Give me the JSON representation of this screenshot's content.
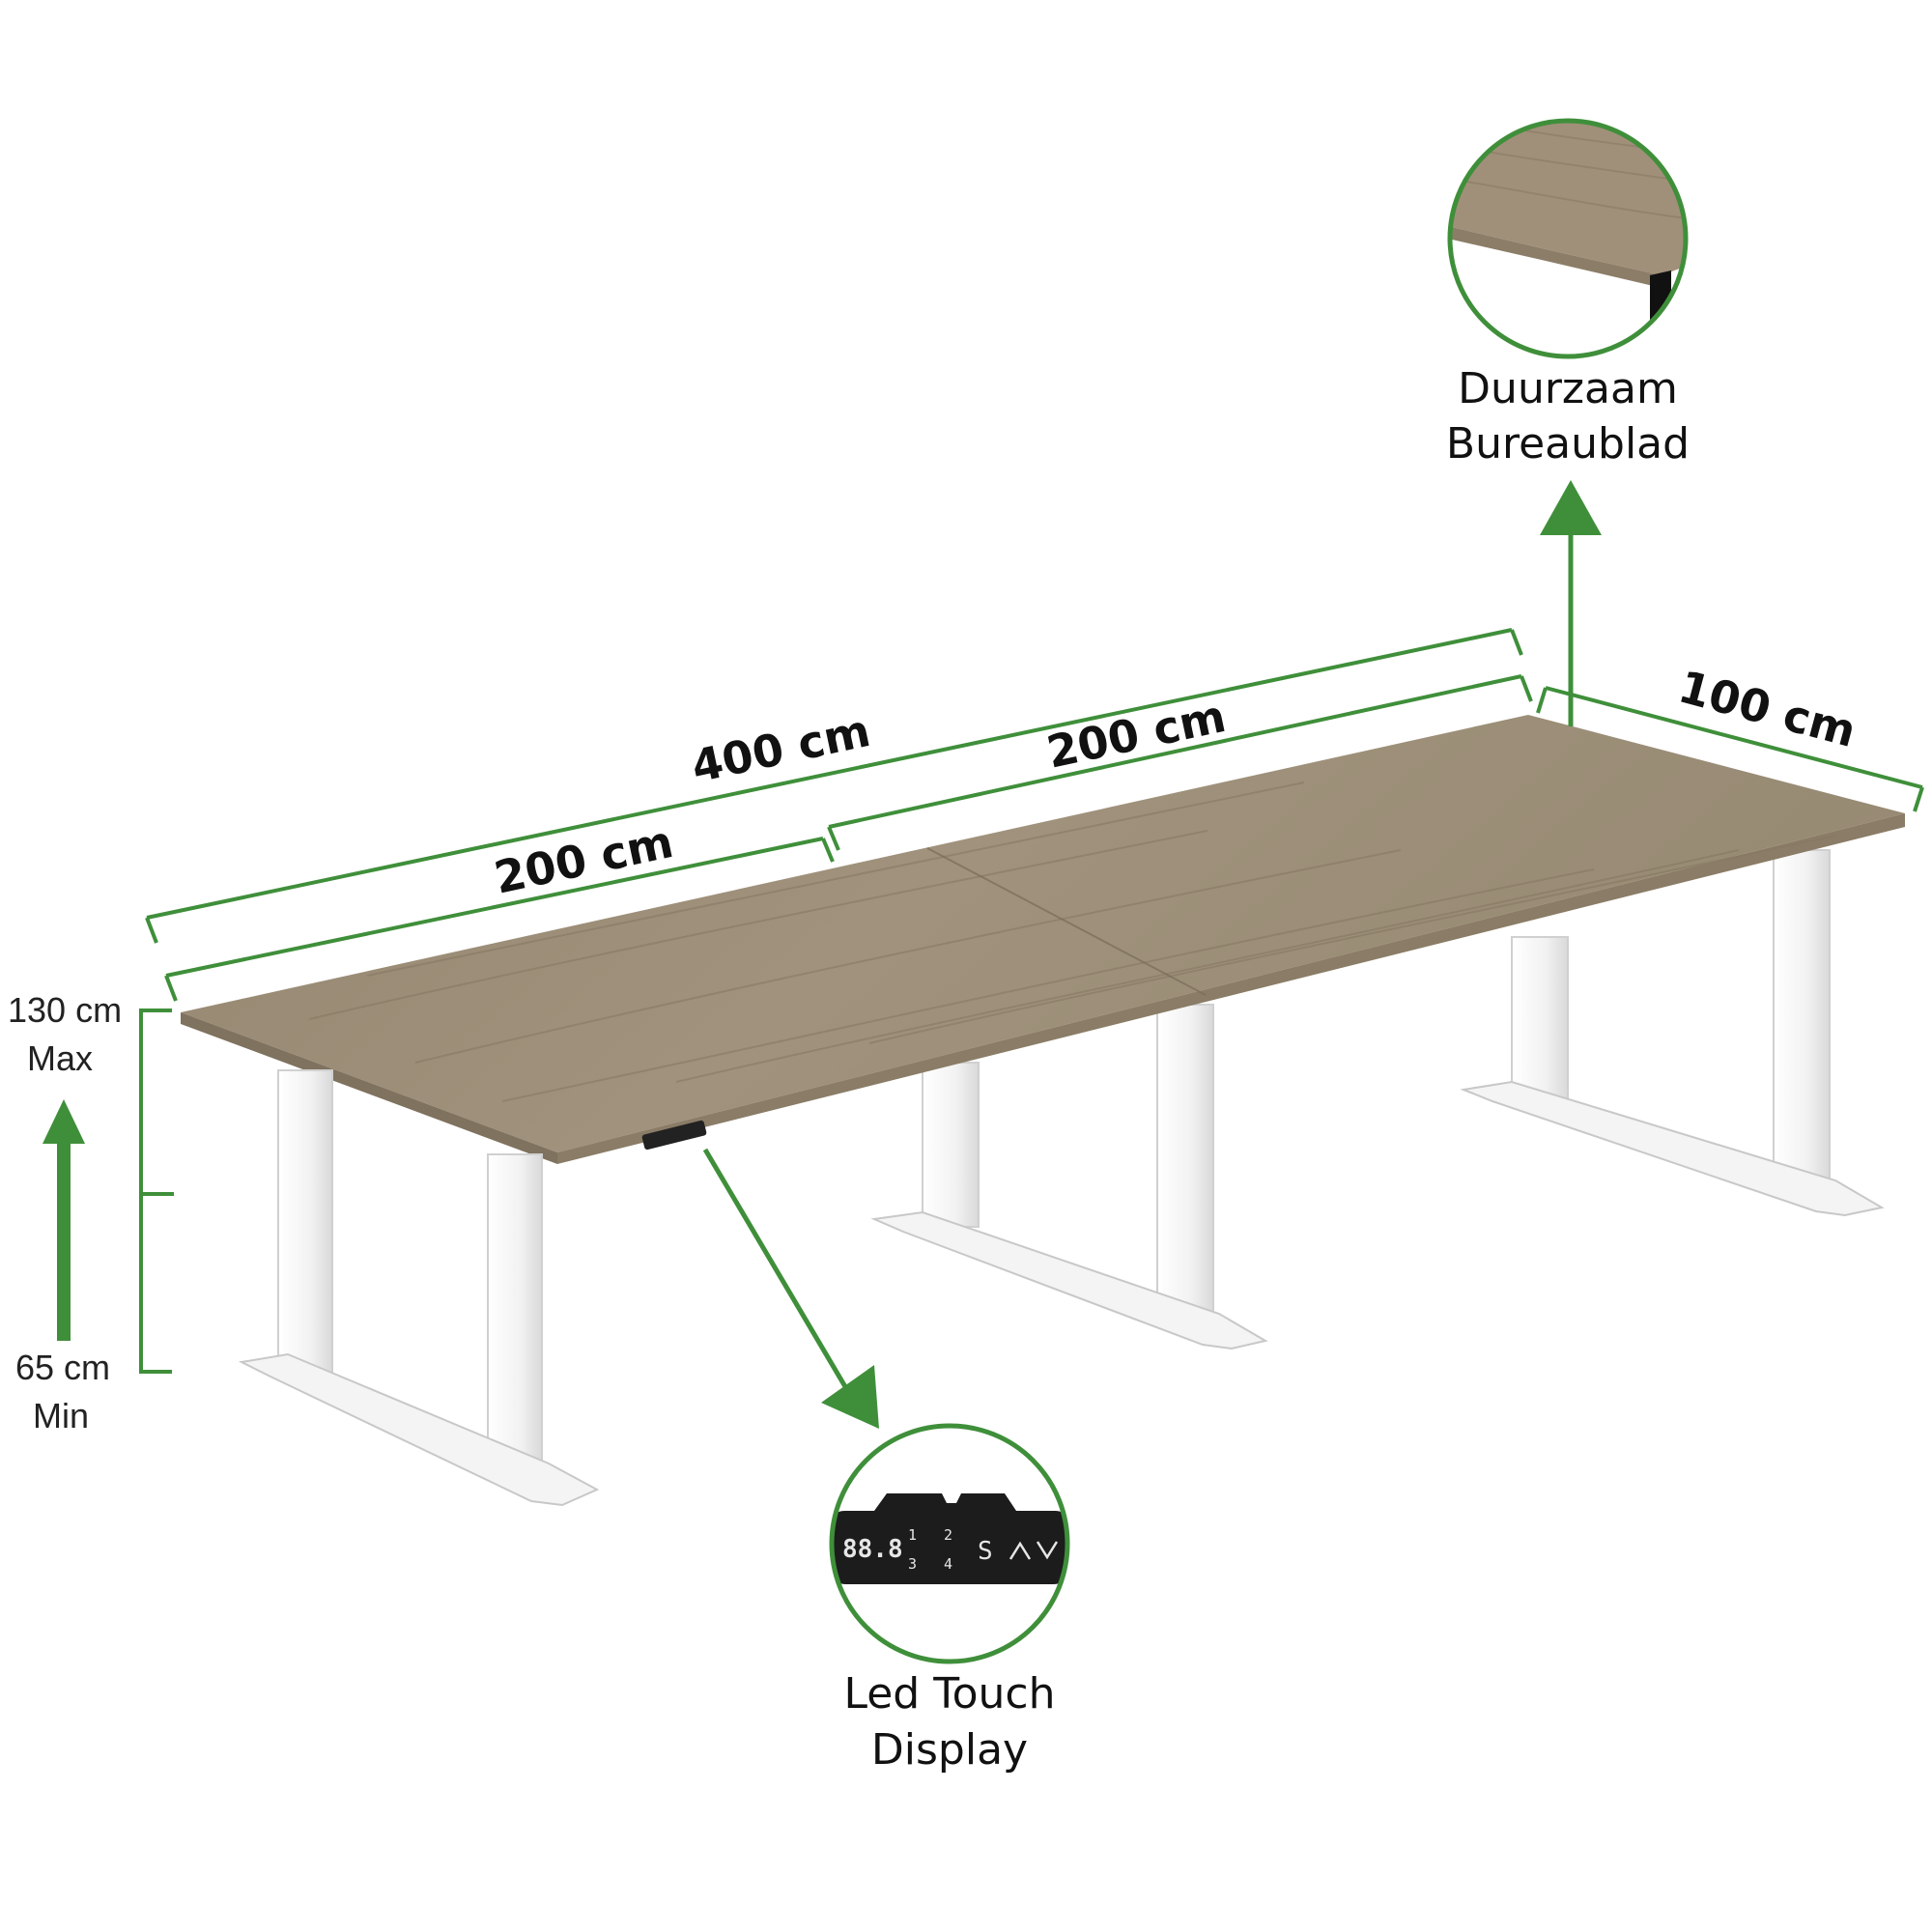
{
  "colors": {
    "accent": "#3f8f3a",
    "wood": "#9c8e78",
    "wood_edge": "#8d7f6a",
    "frame": "#f2f2f2",
    "display_bg": "#1c1c1c"
  },
  "dimensions": {
    "total_width": "400 cm",
    "segment_left": "200 cm",
    "segment_right": "200 cm",
    "depth": "100 cm"
  },
  "height_range": {
    "max_value": "130 cm",
    "max_label": "Max",
    "min_value": "65 cm",
    "min_label": "Min"
  },
  "callouts": {
    "tabletop": {
      "line1": "Duurzaam",
      "line2": "Bureaublad"
    },
    "display": {
      "line1": "Led Touch",
      "line2": "Display"
    }
  },
  "control_panel": {
    "readout": "88.8",
    "presets": [
      "1",
      "2",
      "3",
      "4"
    ],
    "save": "S",
    "up_icon": "chevron-up",
    "down_icon": "chevron-down"
  }
}
